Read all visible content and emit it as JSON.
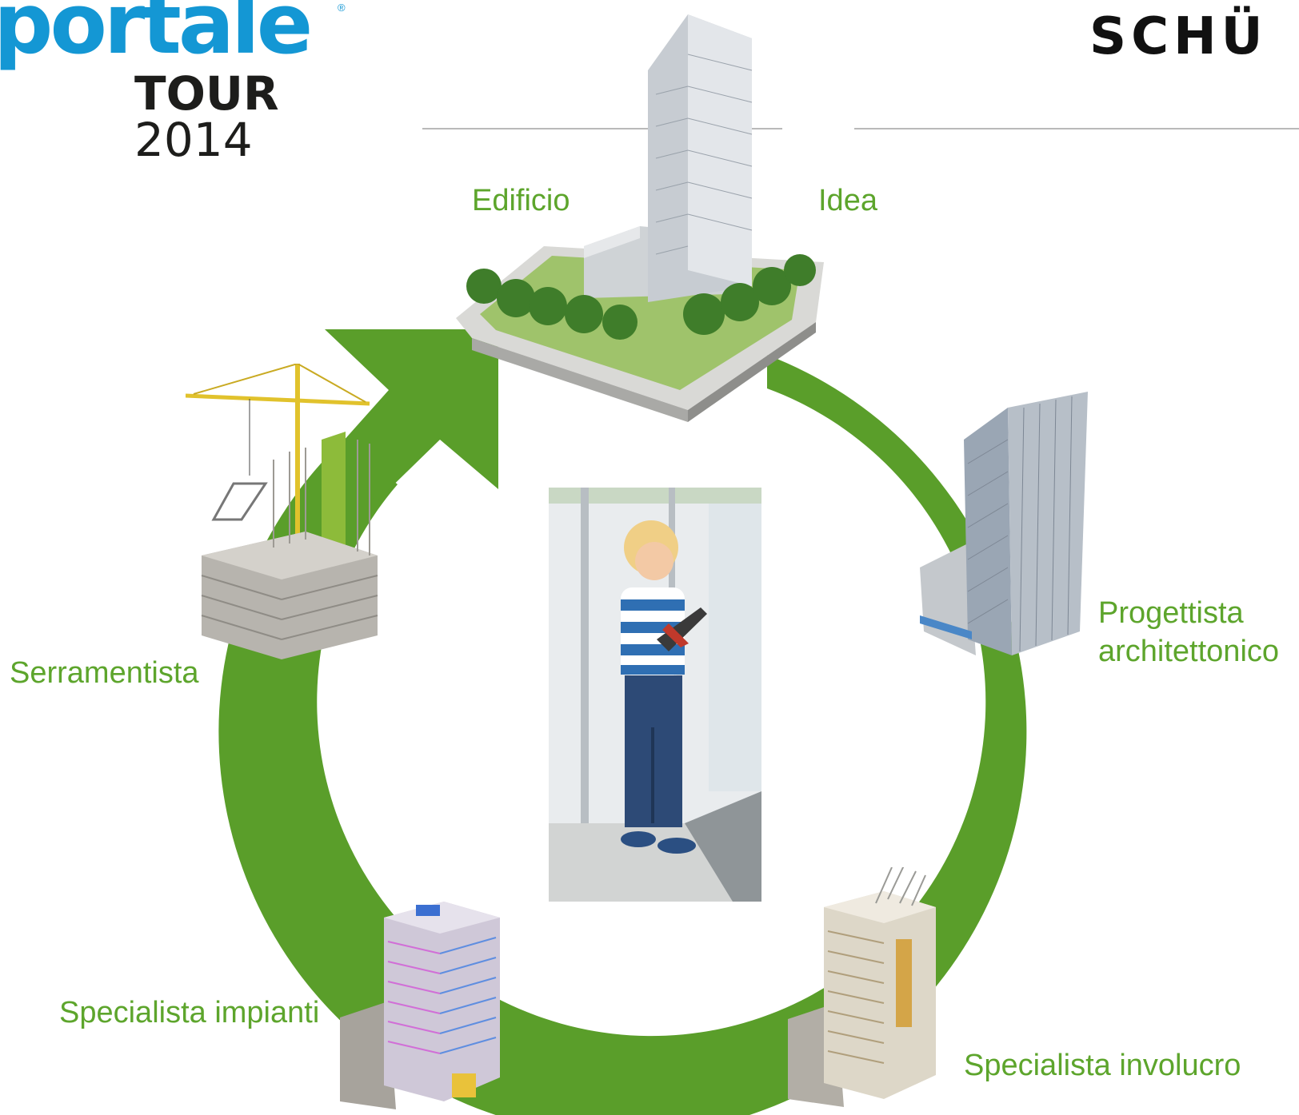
{
  "header": {
    "logo_main": "portale",
    "logo_tour": "TOUR",
    "logo_year": "2014",
    "brand": "SCHÜ"
  },
  "labels": {
    "edificio": "Edificio",
    "idea": "Idea",
    "progettista_line1": "Progettista",
    "progettista_line2": "architettonico",
    "serramentista": "Serramentista",
    "specialista_impianti": "Specialista impianti",
    "specialista_involucro": "Specialista involucro"
  },
  "colors": {
    "cycle_green": "#5a9e2a",
    "label_green": "#5da52c",
    "logo_blue": "#1497d4"
  }
}
